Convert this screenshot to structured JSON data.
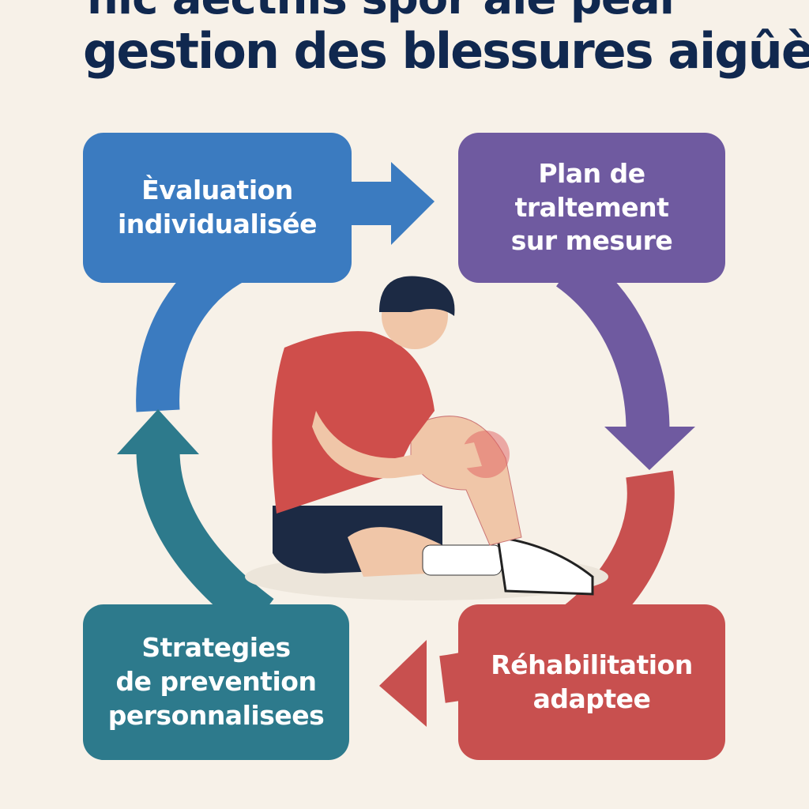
{
  "title": {
    "line1": "nic aectnis spor ale peal",
    "line2": "gestion des blessures aigûès"
  },
  "steps": [
    {
      "label": "Èvaluation\nindividualisée",
      "color": "#3b7bc0"
    },
    {
      "label": "Plan de\ntraltement\nsur mesure",
      "color": "#6f5aa0"
    },
    {
      "label": "Réhabilitation\nadaptee",
      "color": "#c8504f"
    },
    {
      "label": "Strategies\nde prevention\npersonnalisees",
      "color": "#2d7a8c"
    }
  ],
  "illustration": "injured-athlete-holding-knee"
}
